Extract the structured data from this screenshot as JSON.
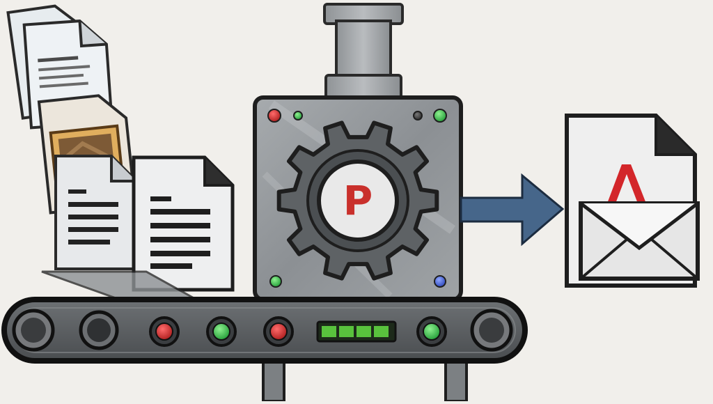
{
  "machine": {
    "badge_letter": "P",
    "panel_lights": [
      "red",
      "green",
      "dark",
      "green"
    ],
    "bottom_lights": [
      "green",
      "blue"
    ]
  },
  "conveyor": {
    "lights": [
      "red",
      "green",
      "red",
      "green"
    ],
    "progress_segments_total": 4,
    "progress_segments_lit": 4
  },
  "output": {
    "document_glyph": "A",
    "icon": "envelope-icon"
  },
  "inputs": {
    "document_count": 5,
    "includes_image_file": true
  },
  "colors": {
    "badge_red": "#c9302c",
    "light_green": "#2bb24c",
    "light_red": "#cc2222",
    "light_blue": "#3a5bd6",
    "arrow_blue": "#46668a",
    "progress_green": "#59c23d",
    "steel": "#8f9498",
    "outline": "#1e1e1e"
  }
}
